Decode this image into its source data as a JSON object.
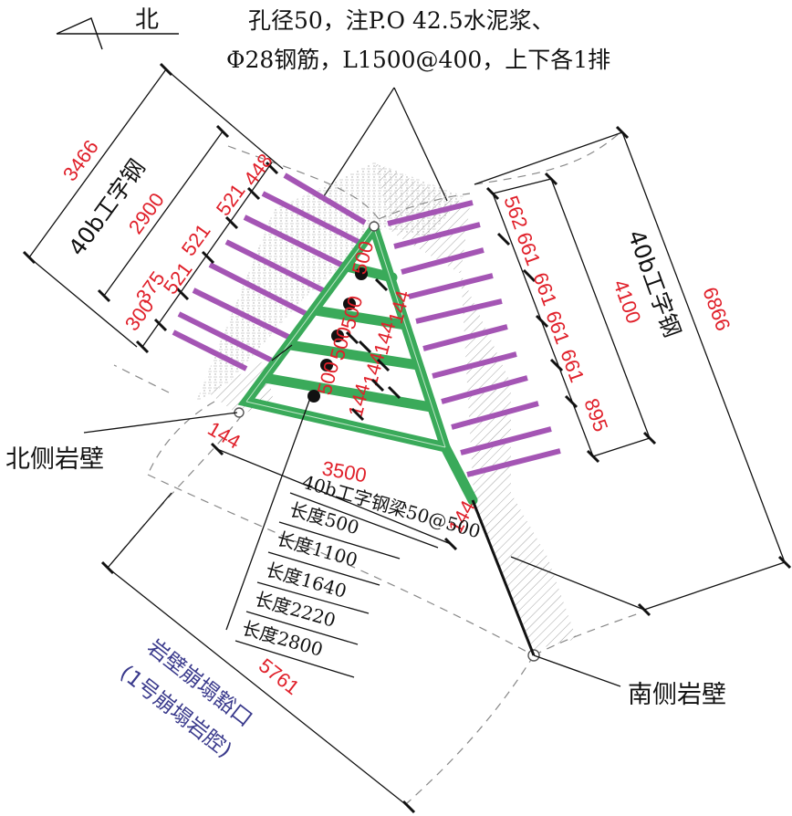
{
  "north": "北",
  "note": {
    "line1": "孔径50，注P.O 42.5水泥浆、",
    "line2": "Φ28钢筋，L1500@400，上下各1排"
  },
  "left_group": {
    "overall": "3466",
    "inner": "2900",
    "steel_label": "40b工字钢",
    "segments": [
      "448",
      "521",
      "521",
      "521",
      "375",
      "300"
    ]
  },
  "right_group": {
    "overall": "6866",
    "inner": "4100",
    "steel_label": "40b工字钢",
    "segments": [
      "562",
      "661",
      "661",
      "661",
      "661",
      "895"
    ]
  },
  "beam_dims": [
    "500",
    "500",
    "500",
    "500",
    "144",
    "144",
    "144",
    "144"
  ],
  "base_dim": "3500",
  "left_end": "144",
  "right_end": "144",
  "bottom_dim": "5761",
  "legend": [
    "40b工字钢梁50@500",
    "长度500",
    "长度1100",
    "长度1640",
    "长度2220",
    "长度2800"
  ],
  "labels": {
    "north_wall": "北侧岩壁",
    "south_wall": "南侧岩壁",
    "gap_line1": "岩壁崩塌豁口",
    "gap_line2": "(1号崩塌岩腔)"
  },
  "colors": {
    "dimension_text": "#e0202a",
    "beam": "#3aaa5a",
    "bolt": "#a455b4",
    "gap_text": "#3a3a8c"
  }
}
